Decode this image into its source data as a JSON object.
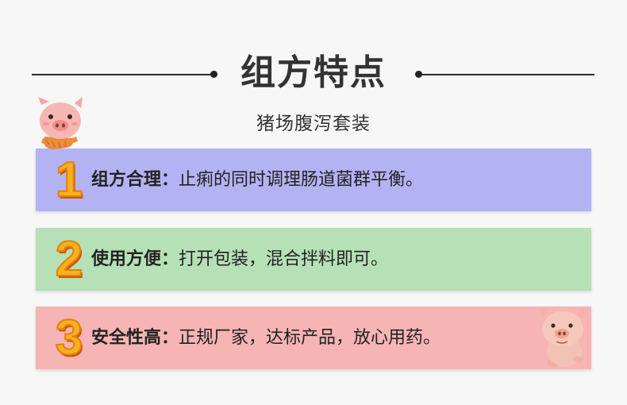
{
  "header": {
    "title": "组方特点",
    "subtitle": "猪场腹泻套装"
  },
  "features": [
    {
      "number": "1",
      "label": "组方合理：",
      "text": "止痢的同时调理肠道菌群平衡。",
      "background": "#b3b3f4"
    },
    {
      "number": "2",
      "label": "使用方便：",
      "text": "打开包装，混合拌料即可。",
      "background": "#b6e0b6"
    },
    {
      "number": "3",
      "label": "安全性高：",
      "text": "正规厂家，达标产品，放心用药。",
      "background": "#f7b4b4"
    }
  ],
  "colors": {
    "number_fill": "#f6b21e",
    "number_outline": "#e87f0c",
    "page_background": "#f7f7f7"
  },
  "icons": {
    "top_left": "pig-with-scarf-icon",
    "bottom_right": "sitting-pig-icon"
  }
}
